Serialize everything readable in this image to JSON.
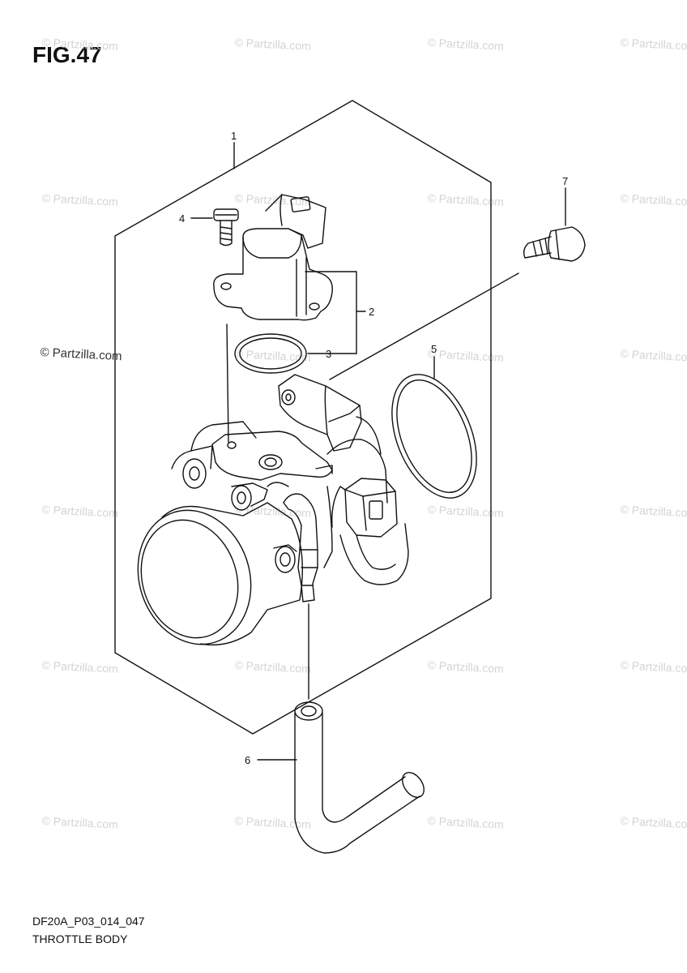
{
  "figure": {
    "title": "FIG.47",
    "code": "DF20A_P03_014_047",
    "name": "THROTTLE BODY"
  },
  "watermark": {
    "text": "© Partzilla.com",
    "color": "#d4d4d4"
  },
  "callouts": {
    "c1": "1",
    "c2": "2",
    "c3": "3",
    "c4": "4",
    "c5": "5",
    "c6": "6",
    "c7": "7"
  }
}
